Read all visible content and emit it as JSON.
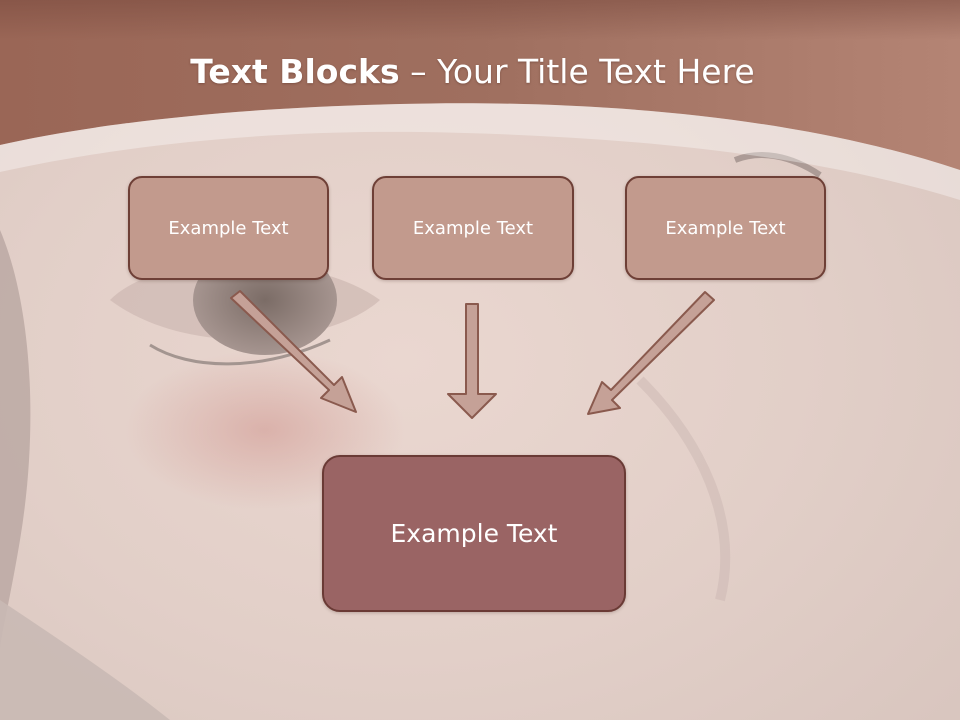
{
  "slide": {
    "title_bold": "Text Blocks",
    "title_rest": "– Your Title Text Here"
  },
  "blocks": {
    "top_left": "Example Text",
    "top_center": "Example Text",
    "top_right": "Example Text",
    "bottom": "Example Text"
  },
  "colors": {
    "header": "#a06e5e",
    "block_fill": "#c29a8d",
    "block_border": "#6e3f36",
    "bottom_fill": "#9a6464",
    "arrow_fill": "#c5a197",
    "arrow_stroke": "#8a5a4e"
  }
}
